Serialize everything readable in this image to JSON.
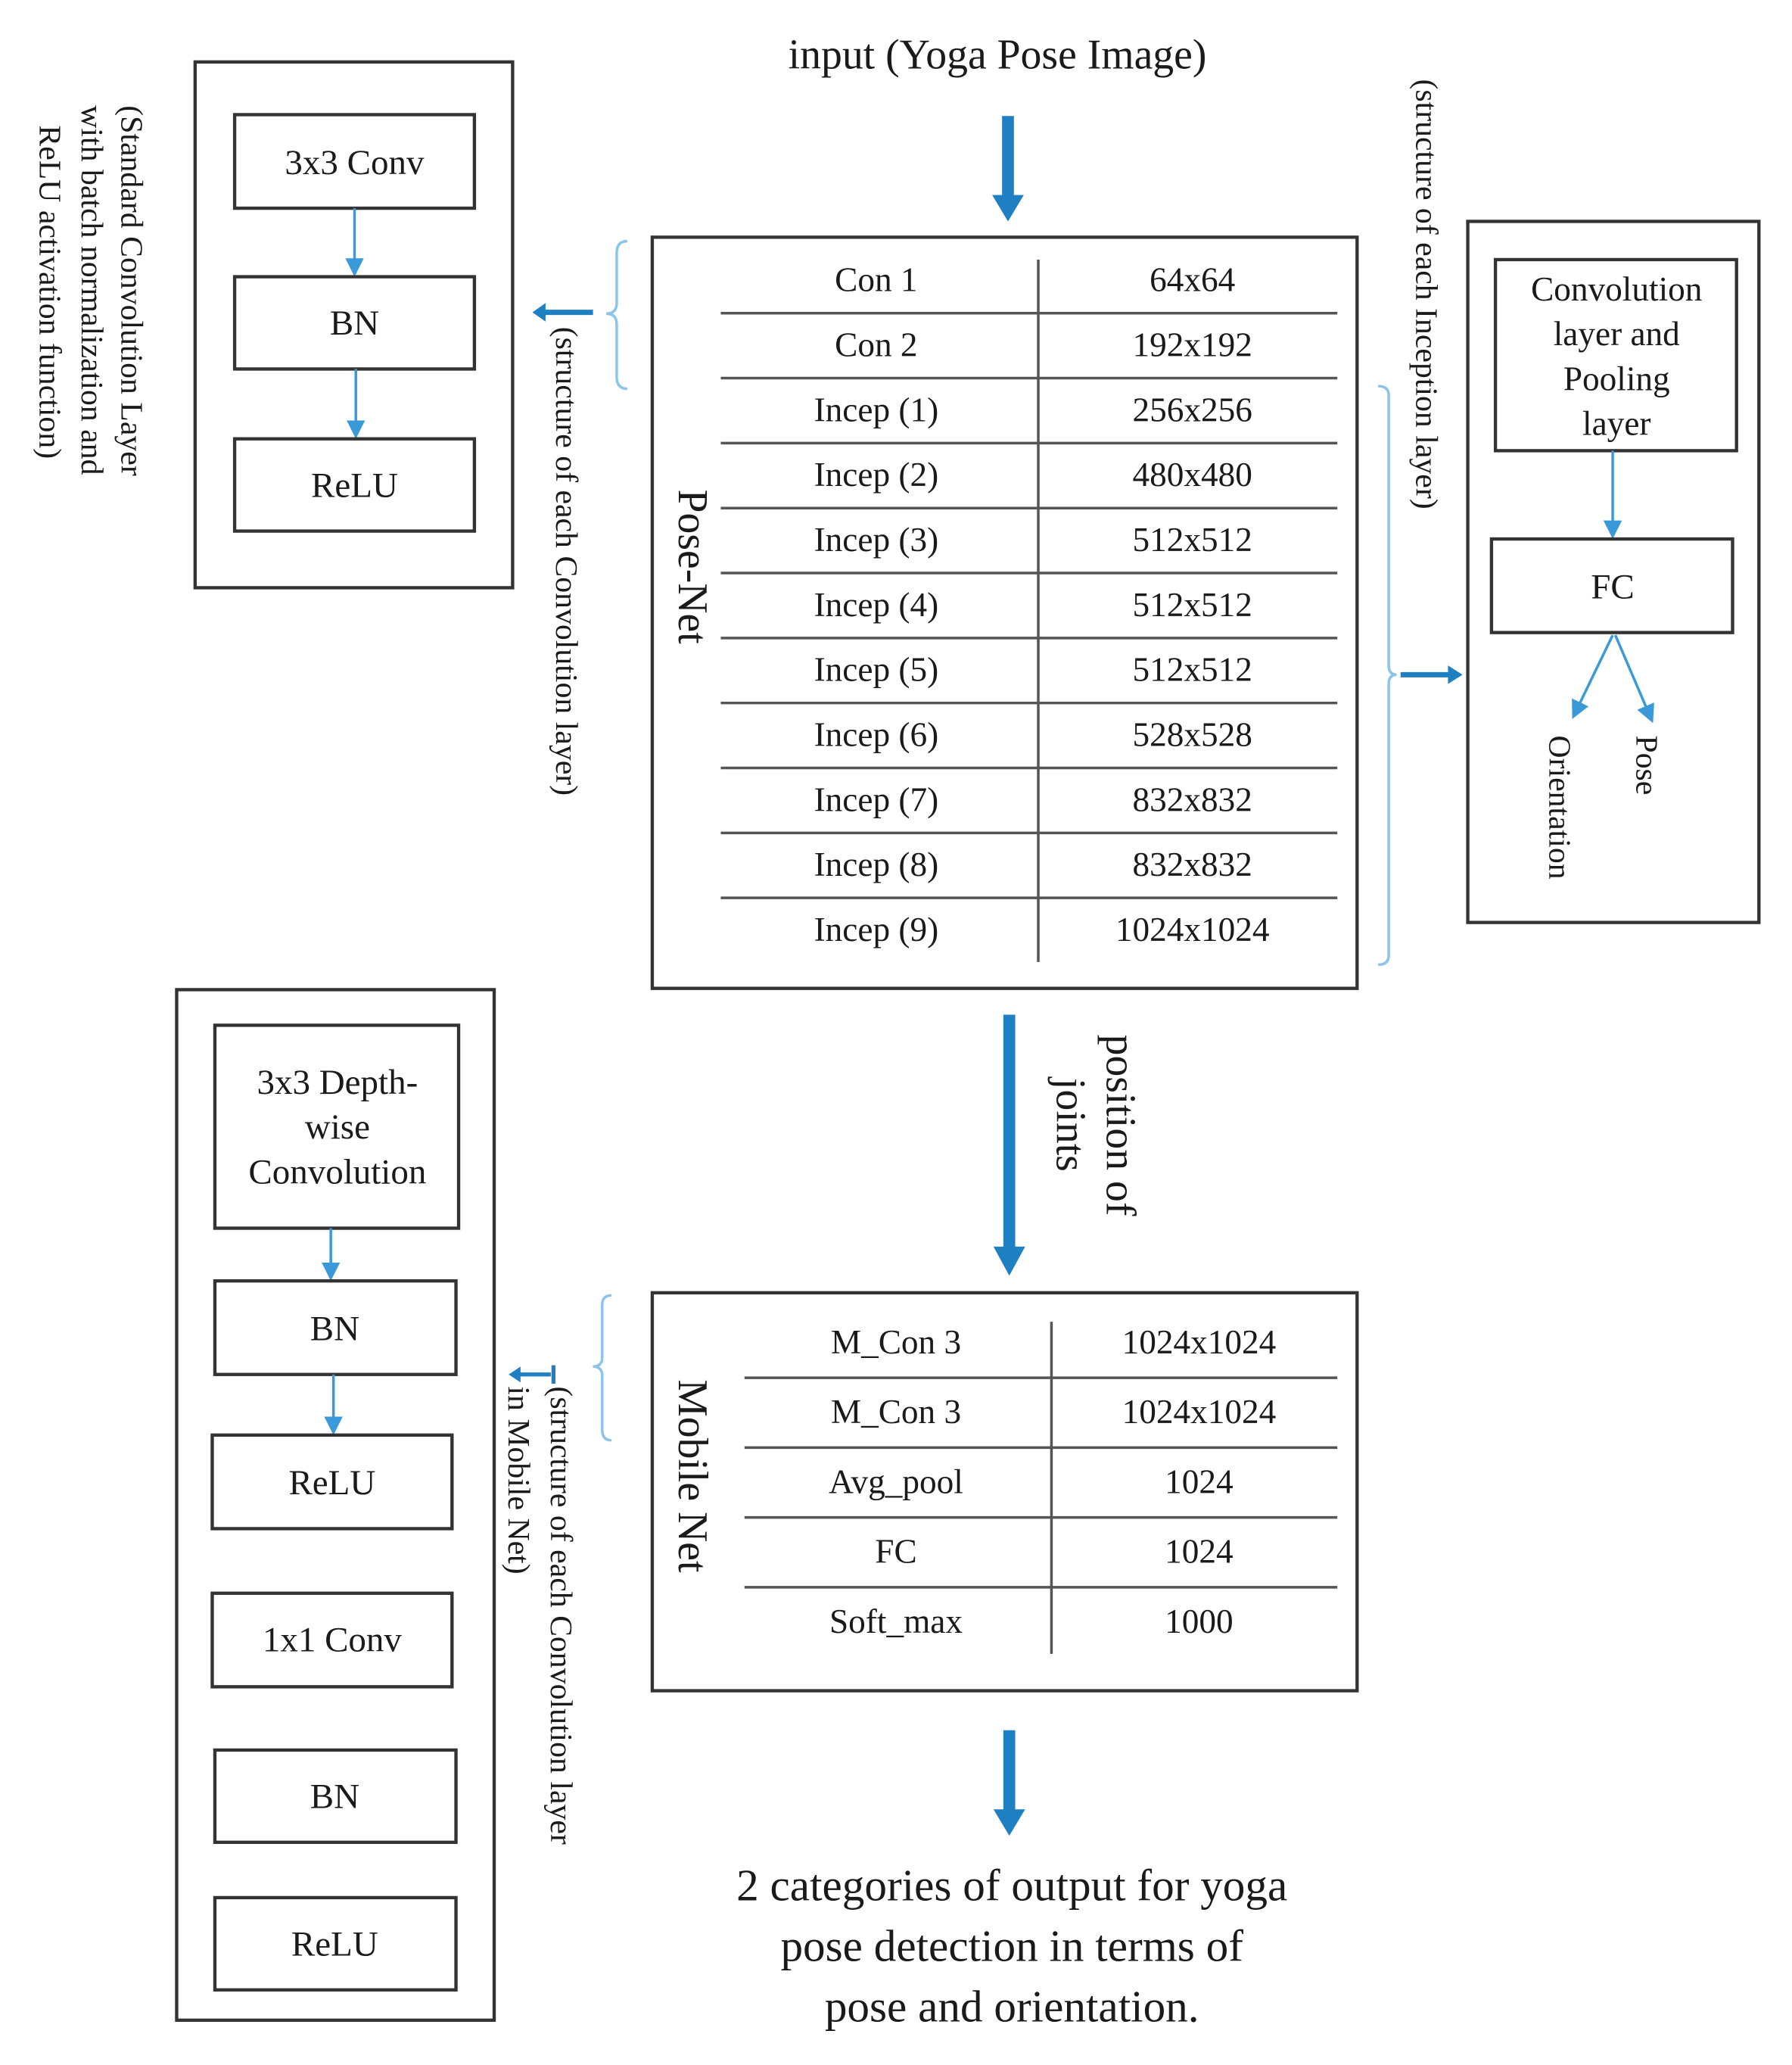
{
  "input_label": "input (Yoga Pose Image)",
  "posenet": {
    "label": "Pose-Net",
    "rows": [
      {
        "layer": "Con 1",
        "size": "64x64"
      },
      {
        "layer": "Con 2",
        "size": "192x192"
      },
      {
        "layer": "Incep (1)",
        "size": "256x256"
      },
      {
        "layer": "Incep (2)",
        "size": "480x480"
      },
      {
        "layer": "Incep (3)",
        "size": "512x512"
      },
      {
        "layer": "Incep (4)",
        "size": "512x512"
      },
      {
        "layer": "Incep (5)",
        "size": "512x512"
      },
      {
        "layer": "Incep (6)",
        "size": "528x528"
      },
      {
        "layer": "Incep (7)",
        "size": "832x832"
      },
      {
        "layer": "Incep (8)",
        "size": "832x832"
      },
      {
        "layer": "Incep (9)",
        "size": "1024x1024"
      }
    ]
  },
  "conv_structure": {
    "caption": "(structure of each Convolution layer)",
    "side_caption": [
      "(Standard Convolution Layer",
      "with batch normalization and",
      "ReLU activation function)"
    ],
    "blocks": [
      "3x3 Conv",
      "BN",
      "ReLU"
    ]
  },
  "inception_structure": {
    "caption": "(structure of each Inception layer)",
    "block1": [
      "Convolution",
      "layer and",
      "Pooling",
      "layer"
    ],
    "block2": "FC",
    "outputs": [
      "Orientation",
      "Pose"
    ]
  },
  "joints_label": [
    "position of",
    "joints"
  ],
  "mobilenet": {
    "label": "Mobile Net",
    "rows": [
      {
        "layer": "M_Con 3",
        "size": "1024x1024"
      },
      {
        "layer": "M_Con 3",
        "size": "1024x1024"
      },
      {
        "layer": "Avg_pool",
        "size": "1024"
      },
      {
        "layer": "FC",
        "size": "1024"
      },
      {
        "layer": "Soft_max",
        "size": "1000"
      }
    ]
  },
  "mobile_conv_structure": {
    "caption": [
      "(structure of each Convolution layer",
      "in Mobile Net)"
    ],
    "block1": [
      "3x3 Depth-",
      "wise",
      "Convolution"
    ],
    "blocks": [
      "BN",
      "ReLU",
      "1x1 Conv",
      "BN",
      "ReLU"
    ]
  },
  "output_label": [
    "2 categories of output for yoga",
    "pose detection in terms of",
    "pose and orientation."
  ],
  "colors": {
    "arrow": "#1e7fc2",
    "thin_arrow": "#3a9ad9",
    "bracket": "#8cc4ea"
  }
}
